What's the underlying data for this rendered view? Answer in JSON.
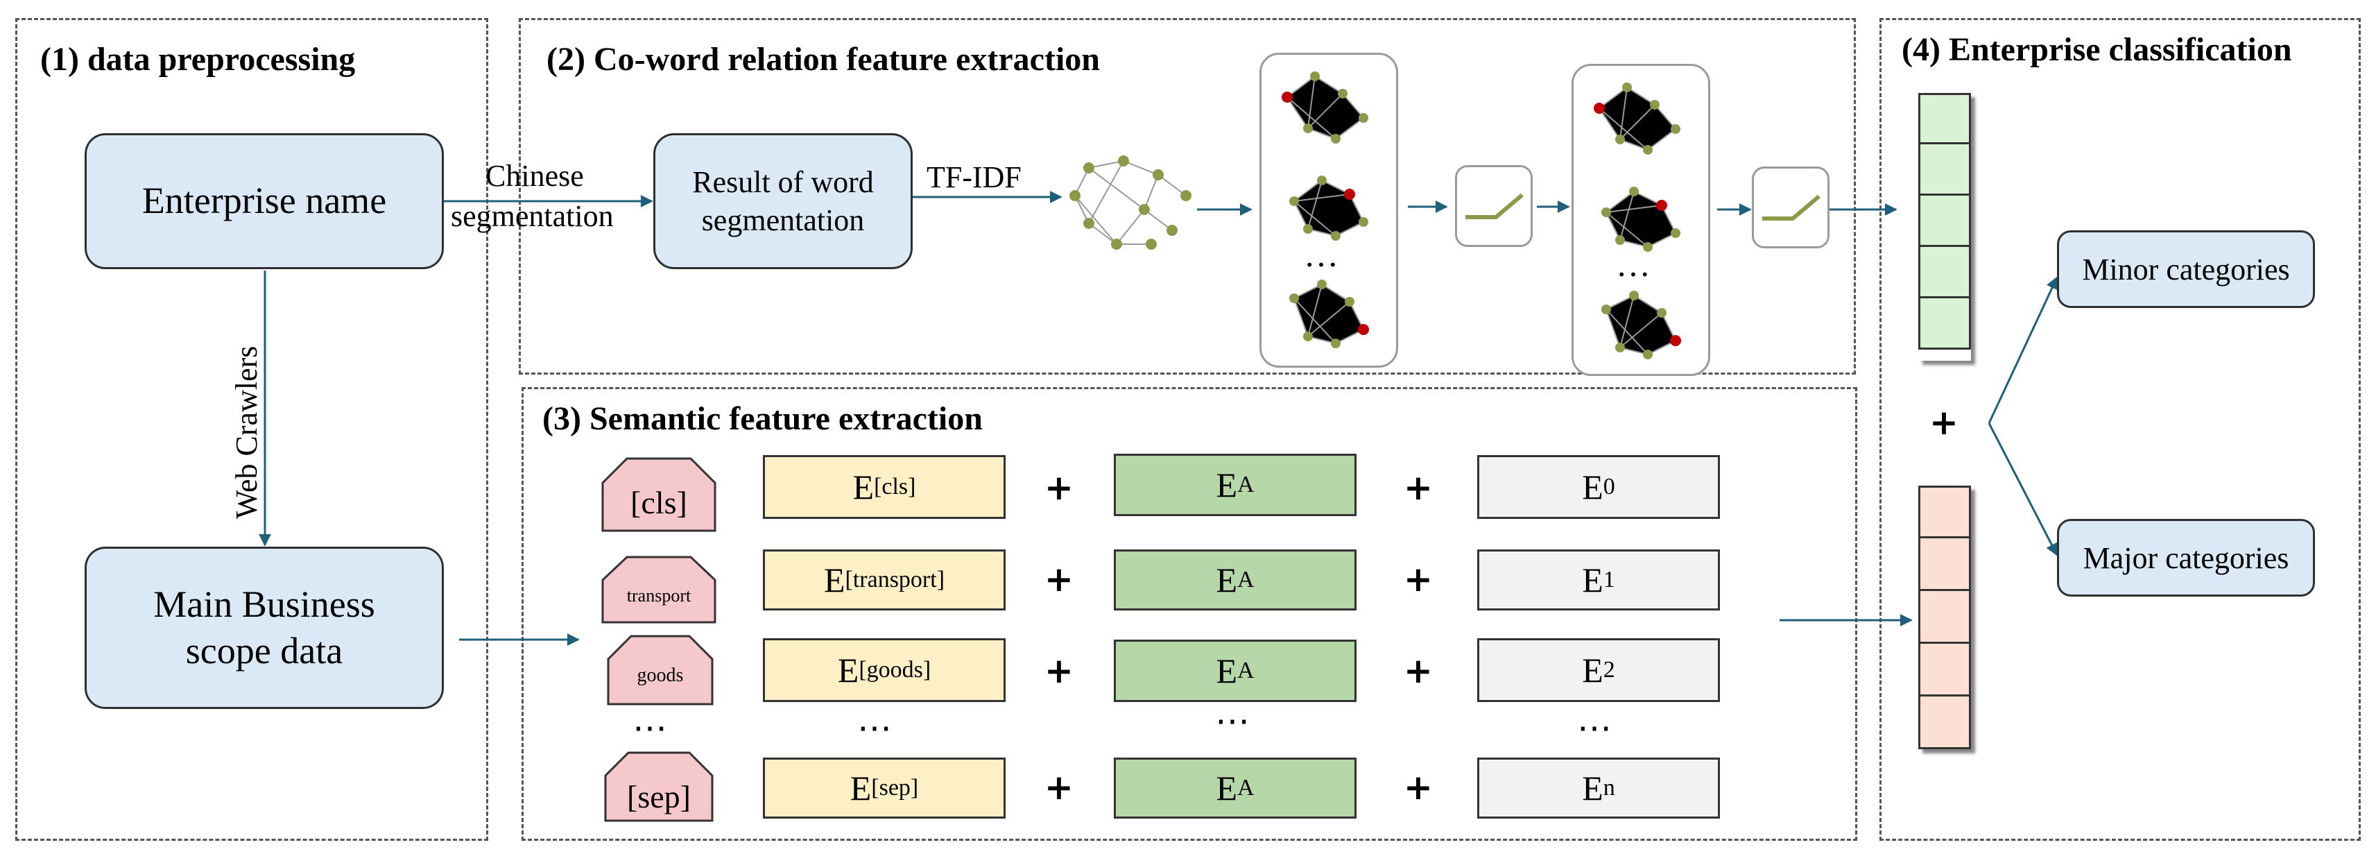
{
  "panels": {
    "p1": "(1) data preprocessing",
    "p2": "(2) Co-word relation feature extraction",
    "p3": "(3) Semantic feature extraction",
    "p4": "(4) Enterprise classification"
  },
  "nodes": {
    "enterprise_name": "Enterprise name",
    "main_business_line1": "Main Business",
    "main_business_line2": "scope data",
    "word_seg_line1": "Result of word",
    "word_seg_line2": "segmentation",
    "minor": "Minor categories",
    "major": "Major categories"
  },
  "edges": {
    "chinese": "Chinese",
    "segmentation": "segmentation",
    "web_crawlers": "Web Crawlers",
    "tfidf": "TF-IDF"
  },
  "tokens": [
    "[cls]",
    "transport",
    "goods",
    "[sep]"
  ],
  "token_emb_sub": [
    "[cls]",
    "[transport]",
    "[goods]",
    "[sep]"
  ],
  "segment_sub": "A",
  "position_sub": [
    "0",
    "1",
    "2",
    "n"
  ],
  "emb_letter": "E",
  "ellipsis": "…",
  "ellipsis3": "⋯",
  "plus": "+",
  "colors": {
    "node_fill": "#dbe8f6",
    "token_fill": "#f5c9cc",
    "token_emb": "#fdf0c7",
    "segment_emb": "#b6d7a8",
    "position_emb": "#f2f2f2",
    "vec_green": "#d9f2d3",
    "vec_orange": "#fbe0d3",
    "arrow": "#1f5f7a",
    "graph_node": "#8a9a4a",
    "graph_highlight": "#c00000"
  }
}
